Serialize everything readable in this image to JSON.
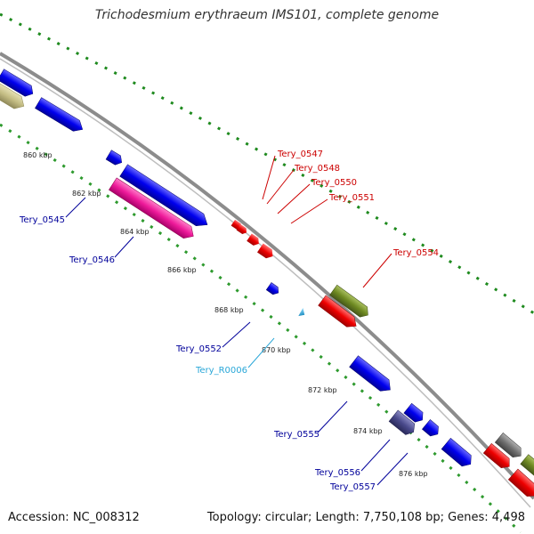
{
  "title": "Trichodesmium erythraeum IMS101, complete genome",
  "footer": {
    "accession": "Accession: NC_008312",
    "summary": "Topology: circular; Length: 7,750,108 bp; Genes: 4,498"
  },
  "ticks": [
    "860 kbp",
    "862 kbp",
    "864 kbp",
    "866 kbp",
    "868 kbp",
    "870 kbp",
    "872 kbp",
    "874 kbp",
    "876 kbp"
  ],
  "labels": {
    "tery_0545": "Tery_0545",
    "tery_0546": "Tery_0546",
    "tery_0547": "Tery_0547",
    "tery_0548": "Tery_0548",
    "tery_0550": "Tery_0550",
    "tery_0551": "Tery_0551",
    "tery_0552": "Tery_0552",
    "tery_r0006": "Tery_R0006",
    "tery_0554": "Tery_0554",
    "tery_0555": "Tery_0555",
    "tery_0556": "Tery_0556",
    "tery_0557": "Tery_0557"
  },
  "colors": {
    "backbone": "#8c8c8c",
    "blue_gene": "#0000ee",
    "pink_gene": "#ee1a9a",
    "red_gene": "#ee0000",
    "olive_gene": "#6f8a22",
    "khaki_gene": "#c4bd84",
    "slate_gene": "#4a4a8c",
    "gray_gene": "#707070",
    "cyan_gene": "#38b8e6",
    "gc_track": "#1e8a1e"
  }
}
